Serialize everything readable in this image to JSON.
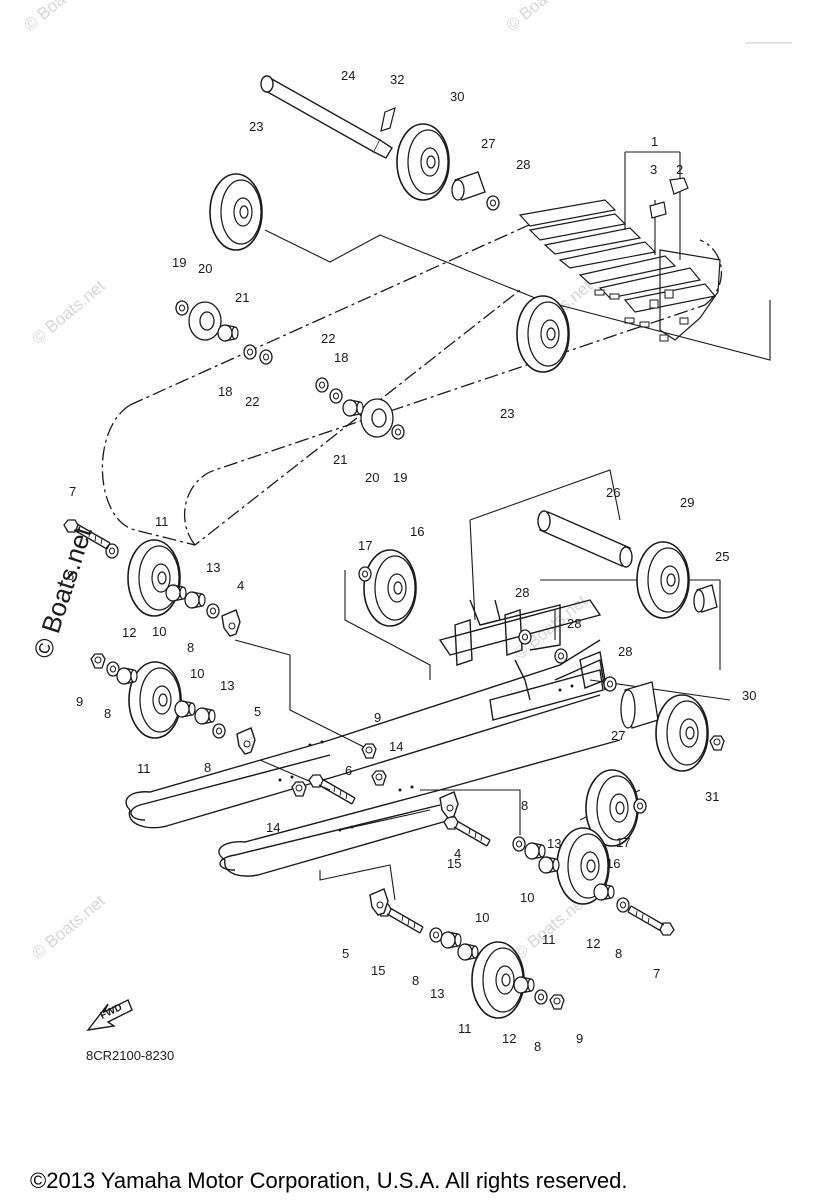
{
  "diagram": {
    "drawing_code": "8CR2100-8230",
    "fwd_label": "FWD",
    "watermark": "© Boats.net",
    "copyright": "©2013 Yamaha Motor Corporation, U.S.A. All rights reserved.",
    "colors": {
      "line": "#1a1a1a",
      "watermark": "#d6d6d6",
      "background": "#ffffff"
    }
  },
  "callouts": [
    "1",
    "2",
    "3",
    "4",
    "5",
    "6",
    "7",
    "8",
    "9",
    "10",
    "11",
    "12",
    "13",
    "14",
    "15",
    "16",
    "17",
    "18",
    "19",
    "20",
    "21",
    "22",
    "23",
    "24",
    "25",
    "26",
    "27",
    "28",
    "29",
    "30",
    "31",
    "32"
  ]
}
